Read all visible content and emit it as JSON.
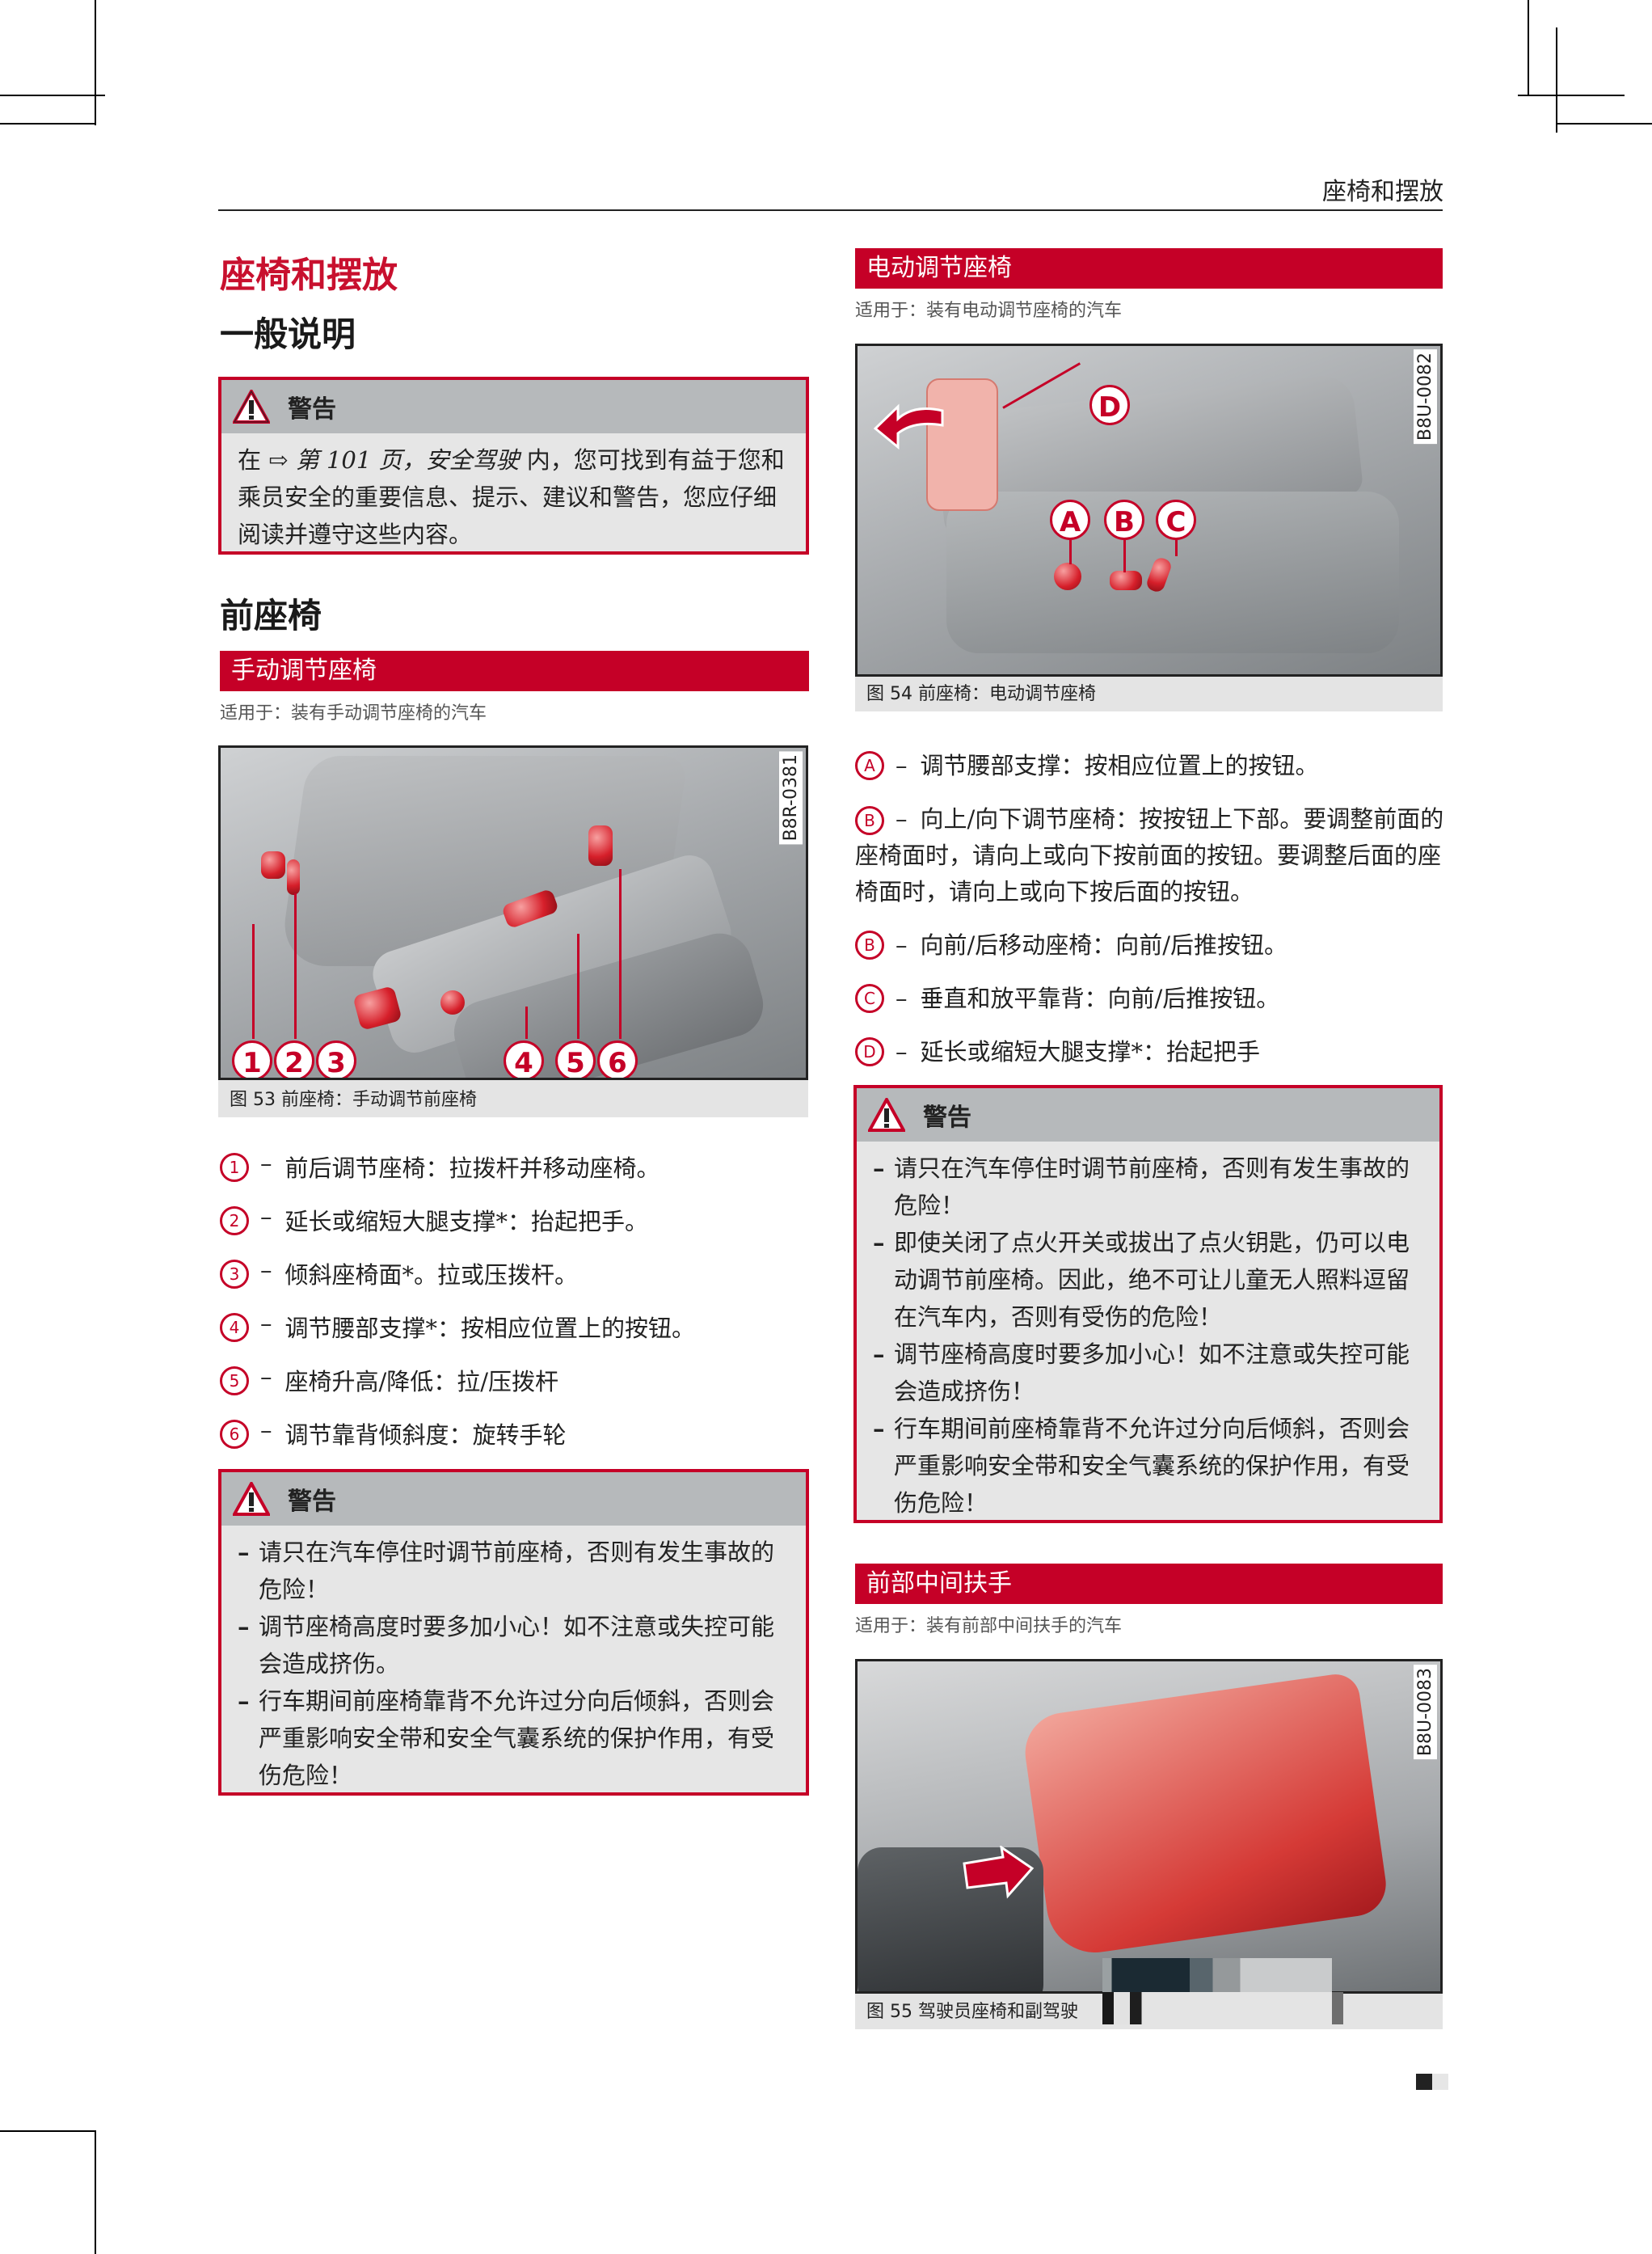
{
  "running_head": "座椅和摆放",
  "left": {
    "chapter_title": "座椅和摆放",
    "section_general": "一般说明",
    "warning1": {
      "title": "警告",
      "text_prefix": "在 ⇨",
      "text_ref": "第 101 页，安全驾驶",
      "text_suffix": " 内，您可找到有益于您和乘员安全的重要信息、提示、建议和警告，您应仔细阅读并遵守这些内容。"
    },
    "section_front_seats": "前座椅",
    "manual_bar": "手动调节座椅",
    "manual_applies": "适用于：装有手动调节座椅的汽车",
    "figure53": {
      "code": "B8R-0381",
      "caption": "图 53 前座椅：手动调节前座椅",
      "callouts": [
        "1",
        "2",
        "3",
        "4",
        "5",
        "6"
      ]
    },
    "items": [
      {
        "badge": "1",
        "text": "前后调节座椅：拉拨杆并移动座椅。"
      },
      {
        "badge": "2",
        "text": "延长或缩短大腿支撑*：抬起把手。"
      },
      {
        "badge": "3",
        "text": "倾斜座椅面*。拉或压拨杆。"
      },
      {
        "badge": "4",
        "text": "调节腰部支撑*：按相应位置上的按钮。"
      },
      {
        "badge": "5",
        "text": "座椅升高/降低：拉/压拨杆"
      },
      {
        "badge": "6",
        "text": "调节靠背倾斜度：旋转手轮"
      }
    ],
    "warning2": {
      "title": "警告",
      "items": [
        "请只在汽车停住时调节前座椅，否则有发生事故的危险！",
        "调节座椅高度时要多加小心！如不注意或失控可能会造成挤伤。",
        "行车期间前座椅靠背不允许过分向后倾斜，否则会严重影响安全带和安全气囊系统的保护作用，有受伤危险！"
      ]
    }
  },
  "right": {
    "power_bar": "电动调节座椅",
    "power_applies": "适用于：装有电动调节座椅的汽车",
    "figure54": {
      "code": "B8U-0082",
      "caption": "图 54 前座椅：电动调节座椅",
      "callouts": [
        "A",
        "B",
        "C",
        "D"
      ]
    },
    "items": [
      {
        "badge": "A",
        "text": "调节腰部支撑：按相应位置上的按钮。"
      },
      {
        "badge": "B",
        "text": "向上/向下调节座椅：按按钮上下部。要调整前面的座椅面时，请向上或向下按前面的按钮。要调整后面的座椅面时，请向上或向下按后面的按钮。"
      },
      {
        "badge": "B",
        "text": "向前/后移动座椅：向前/后推按钮。"
      },
      {
        "badge": "C",
        "text": "垂直和放平靠背：向前/后推按钮。"
      },
      {
        "badge": "D",
        "text": "延长或缩短大腿支撑*：抬起把手"
      }
    ],
    "warning3": {
      "title": "警告",
      "items": [
        "请只在汽车停住时调节前座椅，否则有发生事故的危险！",
        "即使关闭了点火开关或拔出了点火钥匙，仍可以电动调节前座椅。因此，绝不可让儿童无人照料逗留在汽车内，否则有受伤的危险！",
        "调节座椅高度时要多加小心！如不注意或失控可能会造成挤伤！",
        "行车期间前座椅靠背不允许过分向后倾斜，否则会严重影响安全带和安全气囊系统的保护作用，有受伤危险！"
      ]
    },
    "armrest_bar": "前部中间扶手",
    "armrest_applies": "适用于：装有前部中间扶手的汽车",
    "figure55": {
      "code": "B8U-0083",
      "caption": "图 55 驾驶员座椅和副驾驶"
    }
  },
  "colors": {
    "accent_red": "#c50027",
    "warning_header_gray": "#b6b9bb",
    "warning_body_gray": "#e6e6e6",
    "caption_gray": "#e4e4e4"
  }
}
